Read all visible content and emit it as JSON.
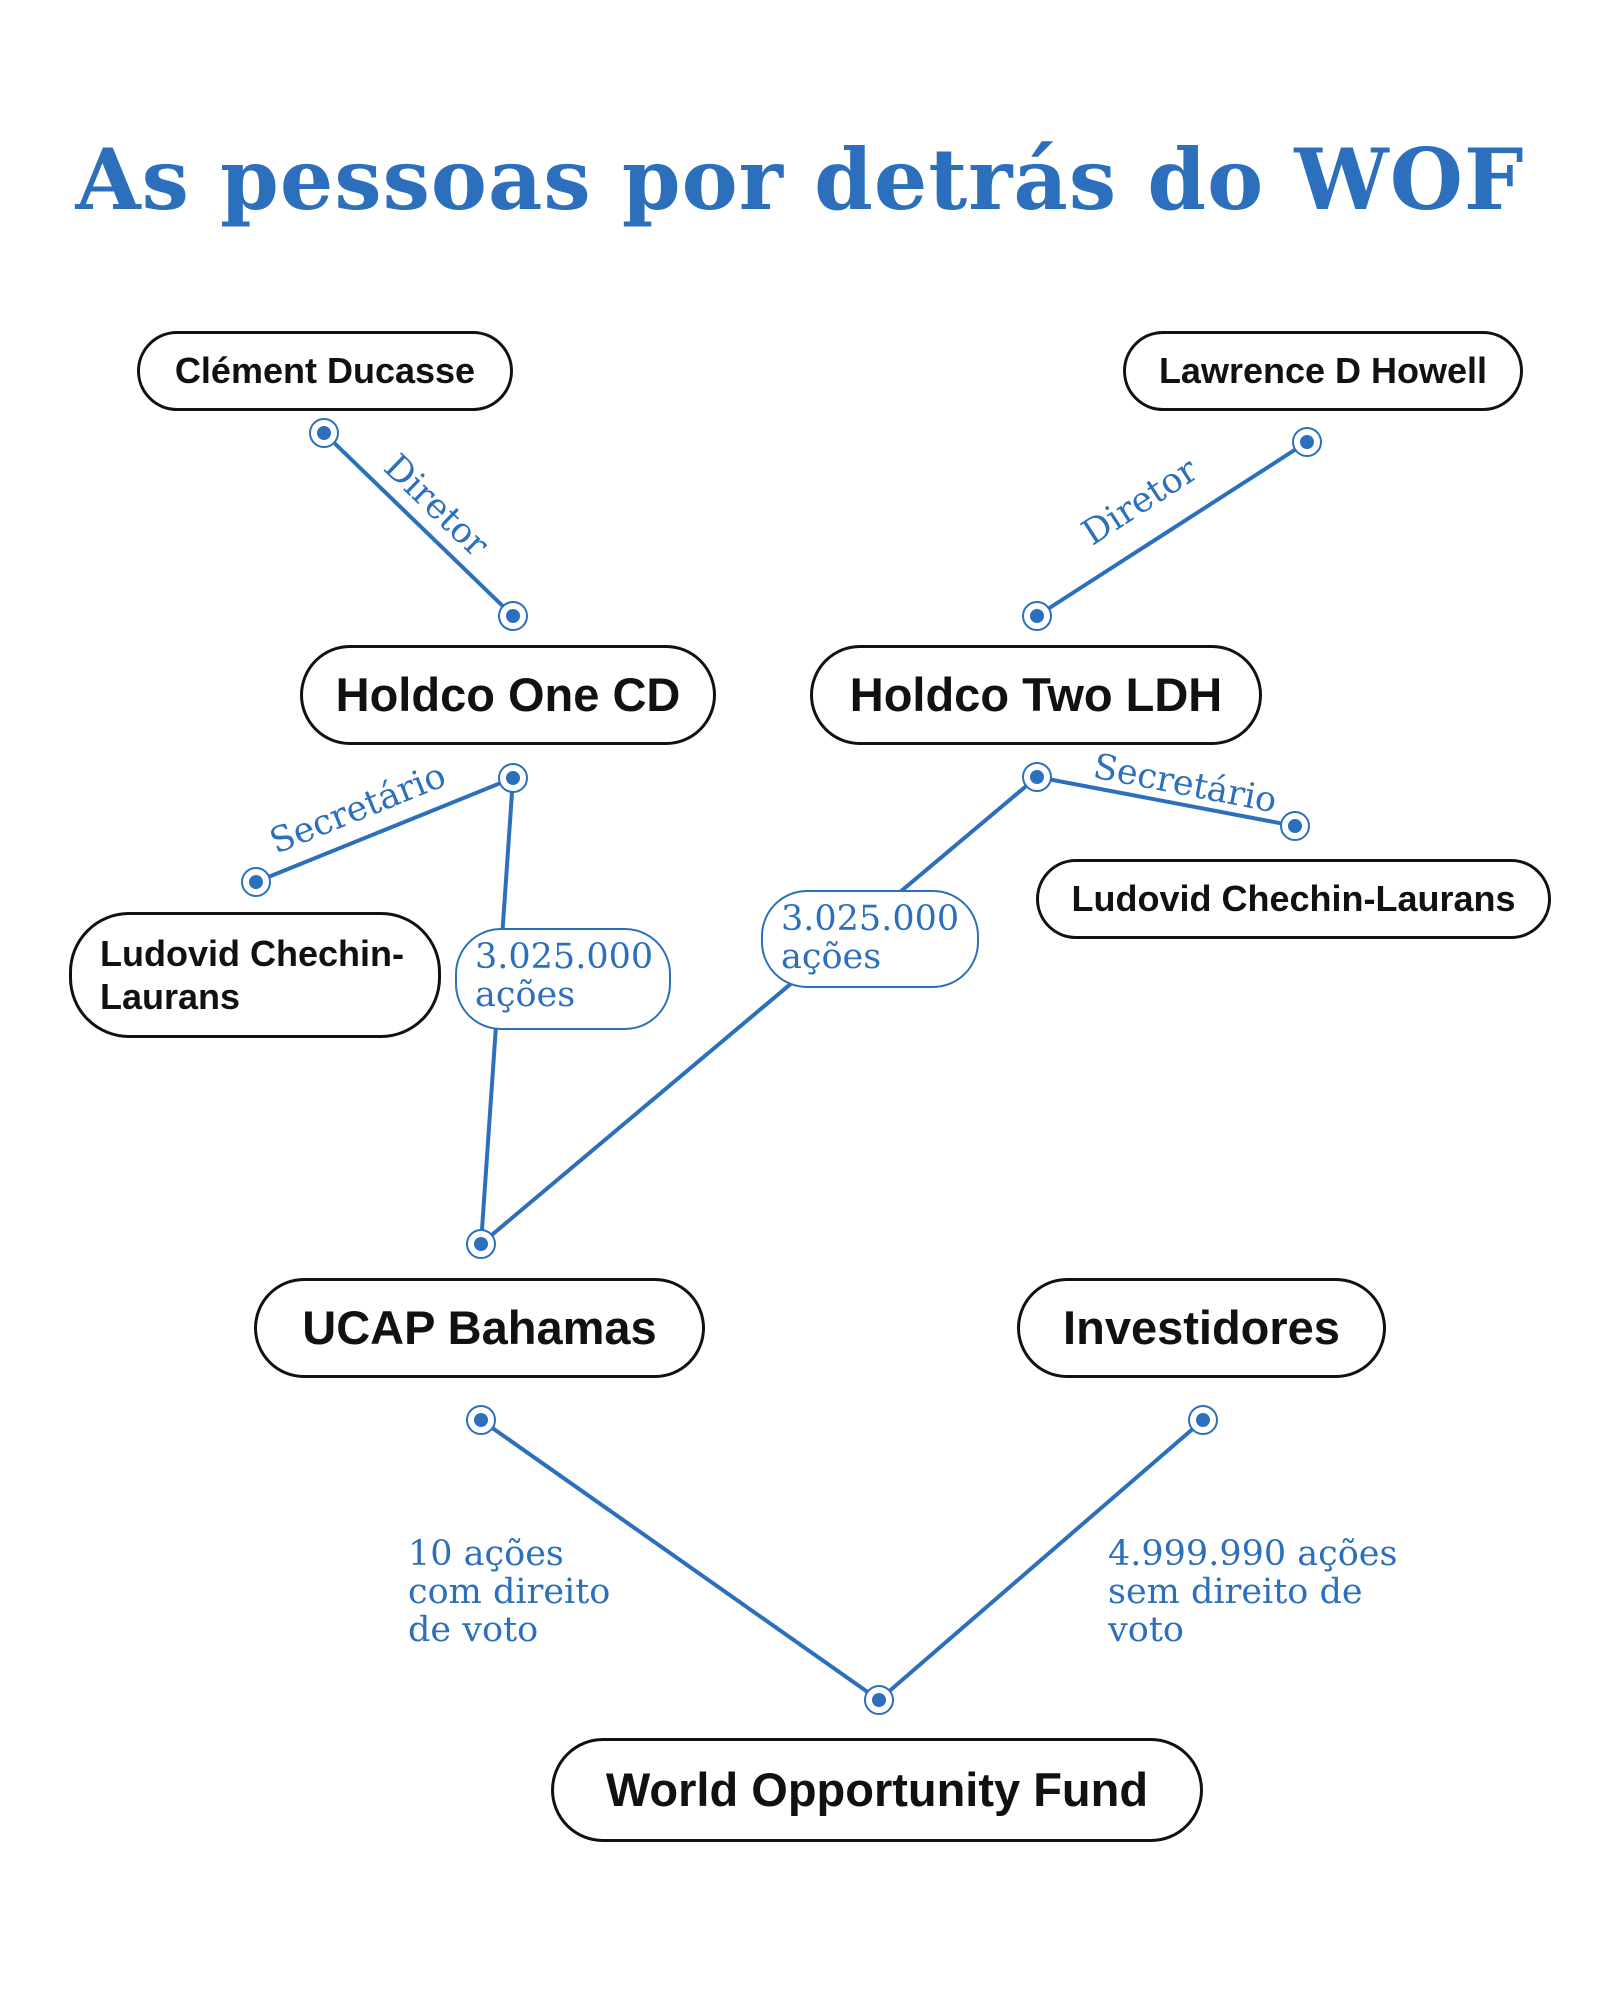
{
  "title": "As pessoas por detrás do WOF",
  "colors": {
    "accent": "#2c6fbd",
    "node_border": "#111111",
    "text": "#111111"
  },
  "nodes": {
    "clement": "Clément Ducasse",
    "lawrence": "Lawrence D Howell",
    "holdco_one": "Holdco One CD",
    "holdco_two": "Holdco Two LDH",
    "ludovid_left": "Ludovid Chechin-Laurans",
    "ludovid_right": "Ludovid Chechin-Laurans",
    "ucap": "UCAP Bahamas",
    "investidores": "Investidores",
    "wof": "World Opportunity Fund"
  },
  "edges": {
    "clement_holdco_one": "Diretor",
    "lawrence_holdco_two": "Diretor",
    "holdco_one_ludovid": "Secretário",
    "holdco_two_ludovid": "Secretário",
    "holdco_one_ucap": "3.025.000 ações",
    "holdco_two_ucap": "3.025.000 ações",
    "ucap_wof": "10 ações com direito de voto",
    "investidores_wof": "4.999.990 ações sem direito de voto"
  }
}
